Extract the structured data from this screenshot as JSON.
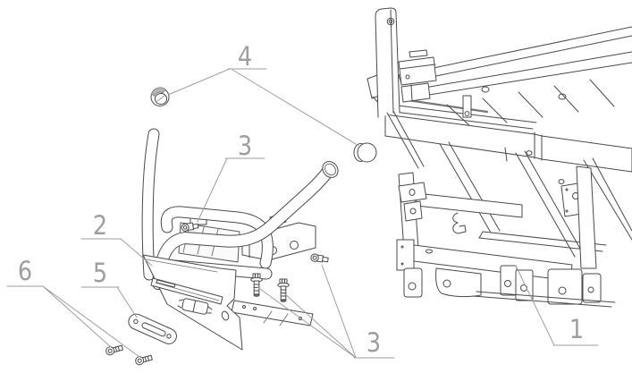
{
  "figure": {
    "kind": "exploded-parts-line-drawing",
    "colors": {
      "background": "#ffffff",
      "line": "#4a4a4a",
      "callout": "#9e9e9e",
      "shade": "#b5b5b5"
    }
  },
  "callouts": [
    {
      "label": "4",
      "part": "tube-end-caps"
    },
    {
      "label": "3",
      "part": "mounting-bolt-upper"
    },
    {
      "label": "2",
      "part": "skid-plate"
    },
    {
      "label": "6",
      "part": "screws"
    },
    {
      "label": "5",
      "part": "slotted-bracket-plate"
    },
    {
      "label": "3",
      "part": "mounting-bolts-lower"
    },
    {
      "label": "1",
      "part": "chassis-frame"
    }
  ]
}
